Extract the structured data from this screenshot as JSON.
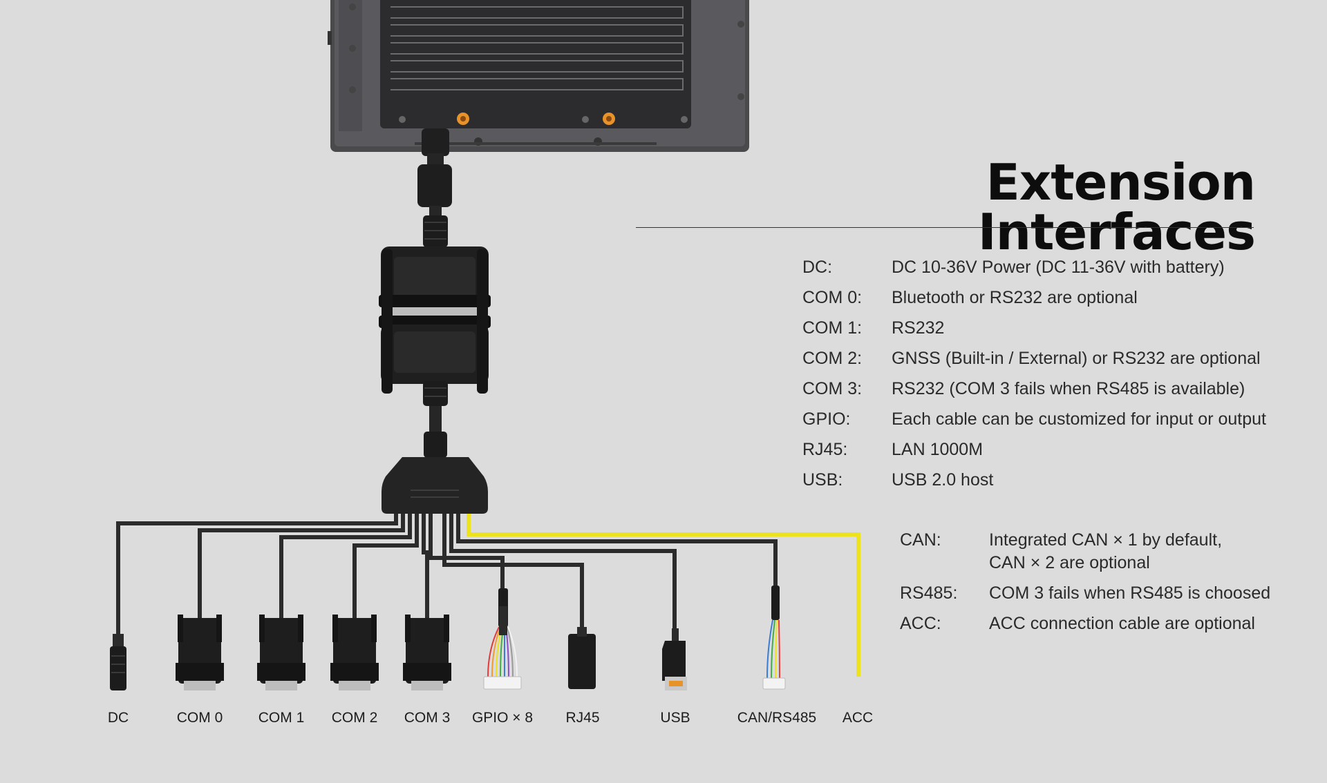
{
  "title": "Extension Interfaces",
  "specs_primary": [
    {
      "key": "DC:",
      "value": "DC 10-36V Power (DC 11-36V with battery)"
    },
    {
      "key": "COM 0:",
      "value": "Bluetooth or RS232 are optional"
    },
    {
      "key": "COM 1:",
      "value": "RS232"
    },
    {
      "key": "COM 2:",
      "value": "GNSS (Built-in / External) or RS232 are optional"
    },
    {
      "key": "COM 3:",
      "value": "RS232 (COM 3 fails when RS485 is available)"
    },
    {
      "key": "GPIO:",
      "value": "Each cable can be customized for input or output"
    },
    {
      "key": "RJ45:",
      "value": "LAN 1000M"
    },
    {
      "key": "USB:",
      "value": "USB 2.0 host"
    }
  ],
  "specs_secondary": [
    {
      "key": "CAN:",
      "value_line1": "Integrated CAN × 1 by default,",
      "value_line2": "CAN × 2 are optional"
    },
    {
      "key": "RS485:",
      "value": "COM 3 fails when RS485 is choosed"
    },
    {
      "key": "ACC:",
      "value": "ACC connection cable are optional"
    }
  ],
  "ports": [
    "DC",
    "COM 0",
    "COM 1",
    "COM 2",
    "COM 3",
    "GPIO × 8",
    "RJ45",
    "USB",
    "CAN/RS485",
    "ACC"
  ],
  "colors": {
    "background": "#dcdcdc",
    "cable": "#2b2b2b",
    "acc_cable": "#ece21d",
    "device": "#3a3a3c",
    "accent_screw": "#e8922a"
  }
}
